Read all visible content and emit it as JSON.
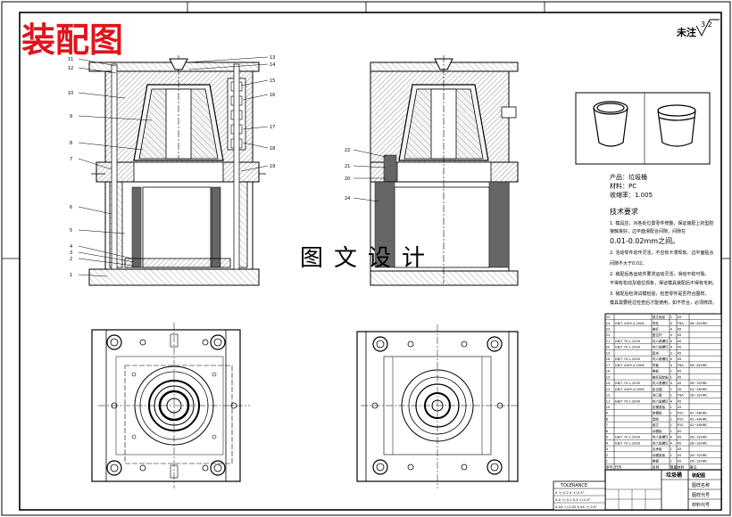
{
  "header": {
    "title": "装配图",
    "watermark": "图文设计",
    "roughness_label": "未注",
    "roughness_value": "3.2"
  },
  "product": {
    "line1": "产品：垃圾桶",
    "line2": "材料：PC",
    "line3": "收缩率：1.005"
  },
  "requirements": {
    "heading": "技术要求",
    "item1_lines": [
      "1. 模具应，对各处位置零件修整，保证装配上的型腔",
      "接触良好，边平面滑配合间隙，间隙在",
      "0.01-0.02mm之间。",
      "2. 活动零件动作灵活，不应有卡滞现象。边平面贴合"
    ],
    "item2_lines": [
      "间隙不大于0.02。",
      "2. 装配后各运动件要求运动灵活，滑动平稳可靠。",
      "不得有松动及错位现象，保证模具装配后不得有毛刺。",
      "3. 装配后检测试模检验，检查零件是否符合图样。",
      "模具需要经过检查后才能使用，如不符合，必须修改。"
    ]
  },
  "parts": {
    "rows": [
      {
        "no": "25",
        "std": "",
        "name": "型芯固定",
        "qty": "1",
        "mat": "45",
        "note": ""
      },
      {
        "no": "24",
        "std": "GB/T 4169.4-2006",
        "name": "导柱",
        "qty": "4",
        "mat": "T8A",
        "note": "58~62HRC"
      },
      {
        "no": "23",
        "std": "",
        "name": "推杆",
        "qty": "4",
        "mat": "45",
        "note": ""
      },
      {
        "no": "22",
        "std": "",
        "name": "复位杆",
        "qty": "4",
        "mat": "45",
        "note": ""
      },
      {
        "no": "21",
        "std": "GB/T 70.1-2000",
        "name": "内六角螺钉",
        "qty": "4",
        "mat": "45",
        "note": ""
      },
      {
        "no": "20",
        "std": "GB/T 70.1-2000",
        "name": "内六角螺钉",
        "qty": "4",
        "mat": "45",
        "note": ""
      },
      {
        "no": "19",
        "std": "",
        "name": "垫块",
        "qty": "2",
        "mat": "45",
        "note": ""
      },
      {
        "no": "18",
        "std": "GB/T 70.1-2000",
        "name": "内六角螺钉",
        "qty": "4",
        "mat": "45",
        "note": ""
      },
      {
        "no": "17",
        "std": "GB/T 4169.4-2006",
        "name": "导套",
        "qty": "4",
        "mat": "T8A",
        "note": "58~62HRC"
      },
      {
        "no": "16",
        "std": "",
        "name": "推板",
        "qty": "1",
        "mat": "45",
        "note": ""
      },
      {
        "no": "15",
        "std": "",
        "name": "推杆固定板",
        "qty": "1",
        "mat": "45",
        "note": ""
      },
      {
        "no": "14",
        "std": "GB/T 70.1-2000",
        "name": "内六角螺钉",
        "qty": "4",
        "mat": "45",
        "note": "28~32HRC"
      },
      {
        "no": "13",
        "std": "GB/T 4169.4-2006",
        "name": "定位圈",
        "qty": "1",
        "mat": "45",
        "note": "54~58HRC"
      },
      {
        "no": "12",
        "std": "",
        "name": "浇口套",
        "qty": "1",
        "mat": "T8A",
        "note": "28~32HRC"
      },
      {
        "no": "11",
        "std": "GB/T 70.1-2000",
        "name": "内六角螺钉",
        "qty": "4",
        "mat": "45",
        "note": ""
      },
      {
        "no": "10",
        "std": "",
        "name": "定模座板",
        "qty": "1",
        "mat": "45",
        "note": ""
      },
      {
        "no": "9",
        "std": "",
        "name": "定模板",
        "qty": "1",
        "mat": "P20",
        "note": "42~48HRC"
      },
      {
        "no": "8",
        "std": "",
        "name": "型腔",
        "qty": "1",
        "mat": "P20",
        "note": "42~48HRC"
      },
      {
        "no": "7",
        "std": "",
        "name": "型芯",
        "qty": "1",
        "mat": "P20",
        "note": "42~48HRC"
      },
      {
        "no": "6",
        "std": "",
        "name": "动模板",
        "qty": "1",
        "mat": "45",
        "note": ""
      },
      {
        "no": "5",
        "std": "GB/T 70.1-2000",
        "name": "内六角螺钉",
        "qty": "4",
        "mat": "45",
        "note": "28~32HRC"
      },
      {
        "no": "4",
        "std": "GB/T 70.1-2000",
        "name": "内六角螺钉",
        "qty": "4",
        "mat": "45",
        "note": "28~32HRC"
      },
      {
        "no": "3",
        "std": "",
        "name": "支承板",
        "qty": "1",
        "mat": "45",
        "note": ""
      },
      {
        "no": "2",
        "std": "",
        "name": "动模座板",
        "qty": "1",
        "mat": "45",
        "note": "28~32HRC"
      },
      {
        "no": "1",
        "std": "",
        "name": "推管",
        "qty": "1",
        "mat": "45",
        "note": "28~32HRC"
      }
    ],
    "header": {
      "no": "序号",
      "std": "代号",
      "name": "名称",
      "qty": "数量",
      "mat": "材料",
      "note": "备注"
    }
  },
  "title_block": {
    "part_name": "垃圾桶",
    "drawing_title": "装配图",
    "cells": [
      "图样名称",
      "图样代号",
      "材料代号"
    ],
    "tolerance_heading": "TOLERANCE",
    "tolerance_rows": [
      "X  +/-0.2   X  +/-0.5°",
      "X.X  +/-0.1   X.X  +/-0.5°",
      "X.XX  +/-0.05   X.XX  +/-0.5°"
    ]
  },
  "callouts": {
    "front_left": [
      "11",
      "12",
      "10",
      "9",
      "8",
      "7",
      "6",
      "5",
      "4",
      "3",
      "2",
      "1"
    ],
    "front_right": [
      "13",
      "14",
      "15",
      "16",
      "17",
      "18",
      "19"
    ],
    "side_left": [
      "22",
      "21",
      "20",
      "24"
    ]
  }
}
